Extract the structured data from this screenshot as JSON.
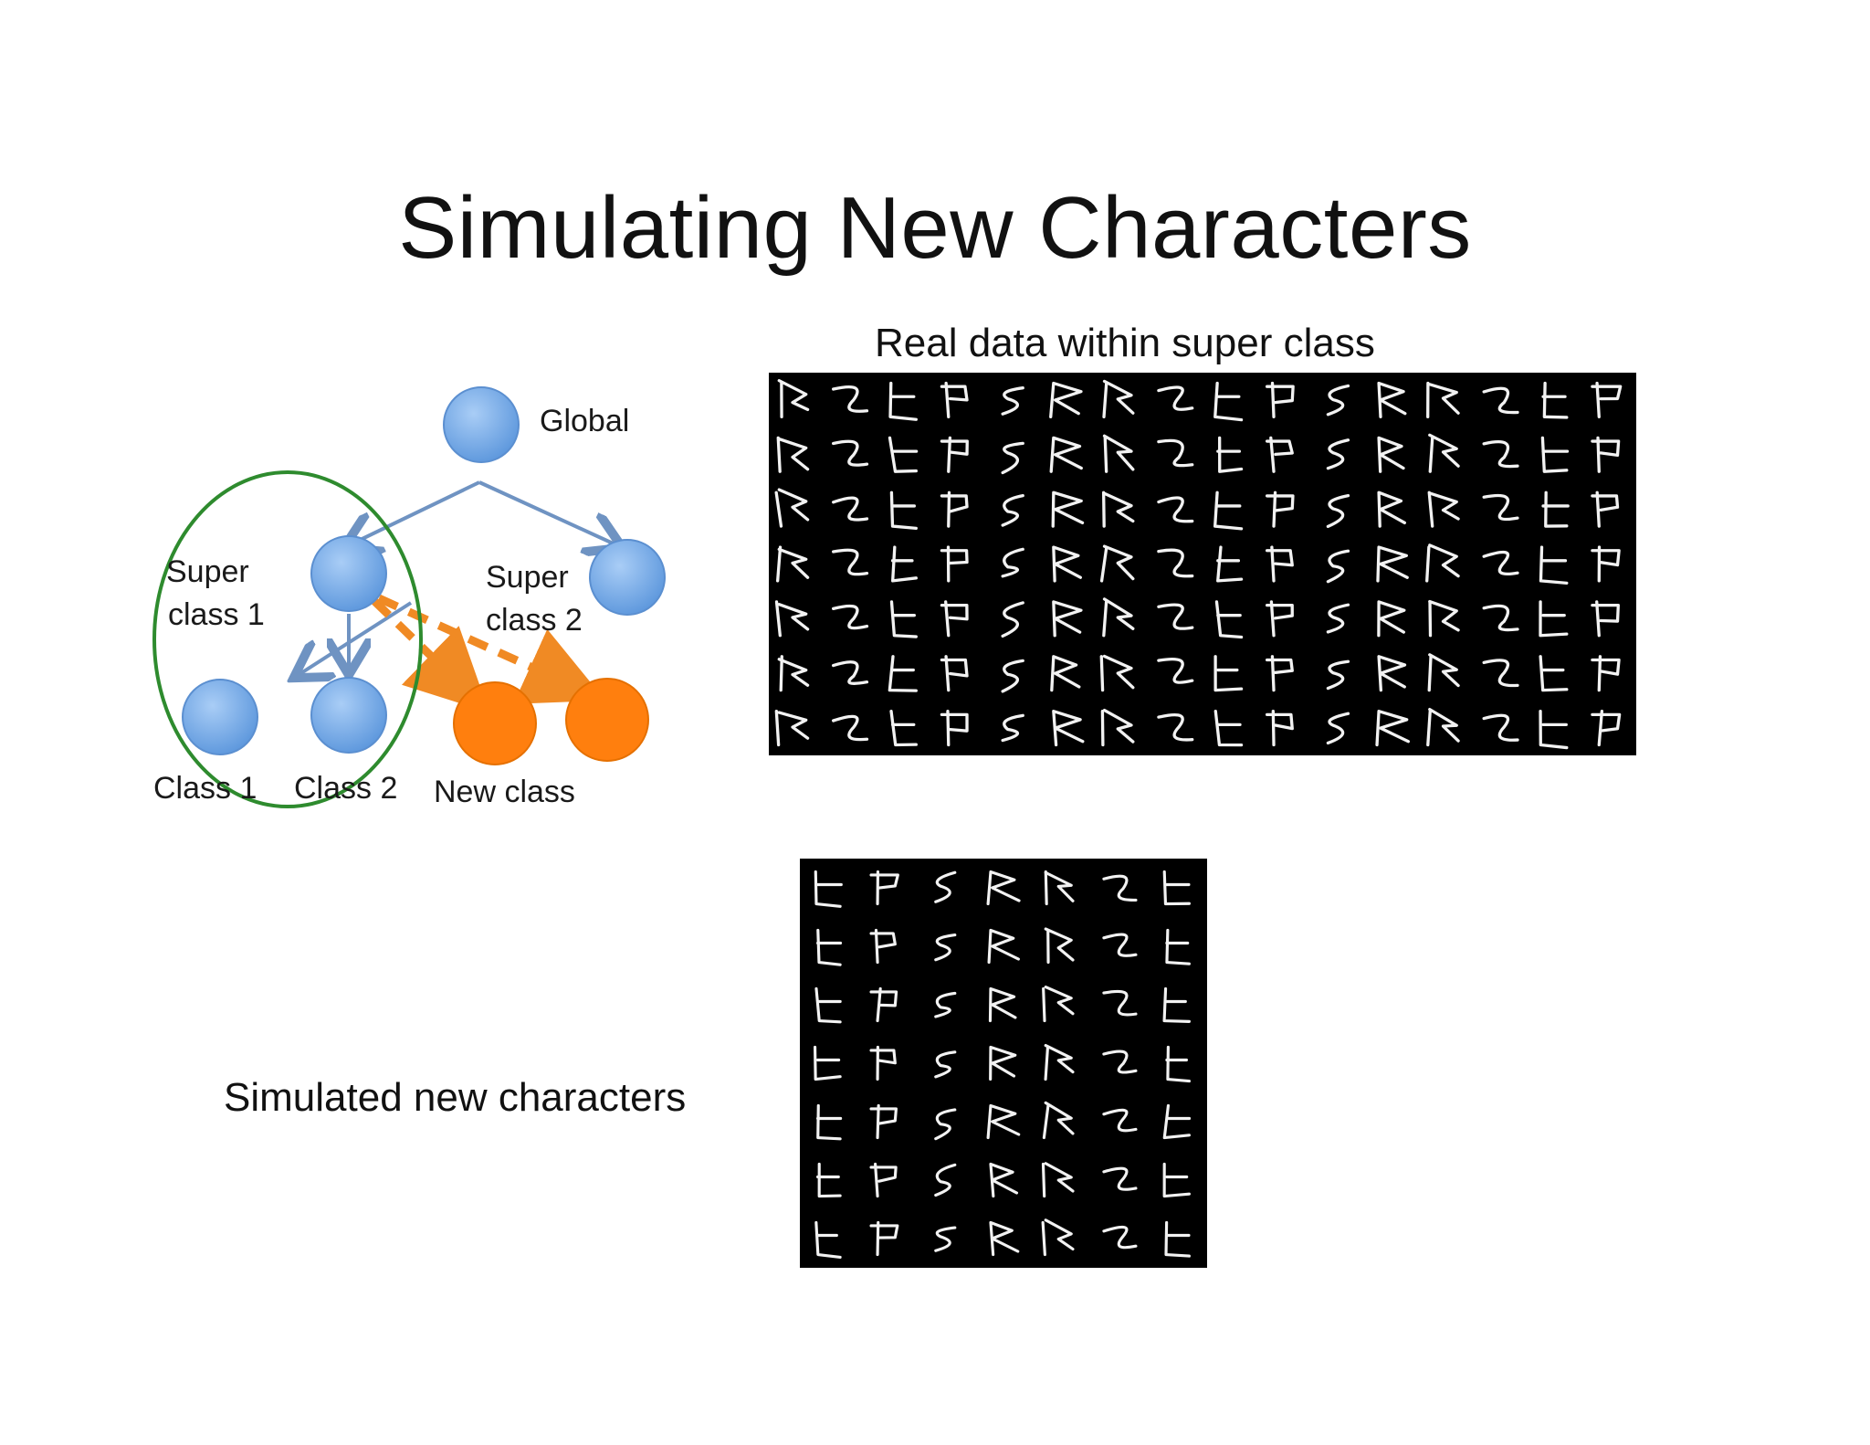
{
  "slide": {
    "title": "Simulating New Characters"
  },
  "diagram": {
    "nodes": {
      "global": "Global",
      "super_class_1": [
        "Super",
        "class 1"
      ],
      "super_class_2": [
        "Super",
        "class 2"
      ],
      "class_1": "Class 1",
      "class_2": "Class 2",
      "new_class": "New class"
    },
    "colors": {
      "existing_node": "#6fa8e8",
      "new_node": "#ff7f0e",
      "edge": "#6f93c2",
      "new_edge": "#f08a24",
      "group_outline": "#2e8b2e"
    }
  },
  "real_data": {
    "caption": "Real data within super class",
    "grid": {
      "rows": 7,
      "cols": 16
    }
  },
  "simulated": {
    "caption": "Simulated new characters",
    "grid": {
      "rows": 7,
      "cols": 7
    }
  }
}
